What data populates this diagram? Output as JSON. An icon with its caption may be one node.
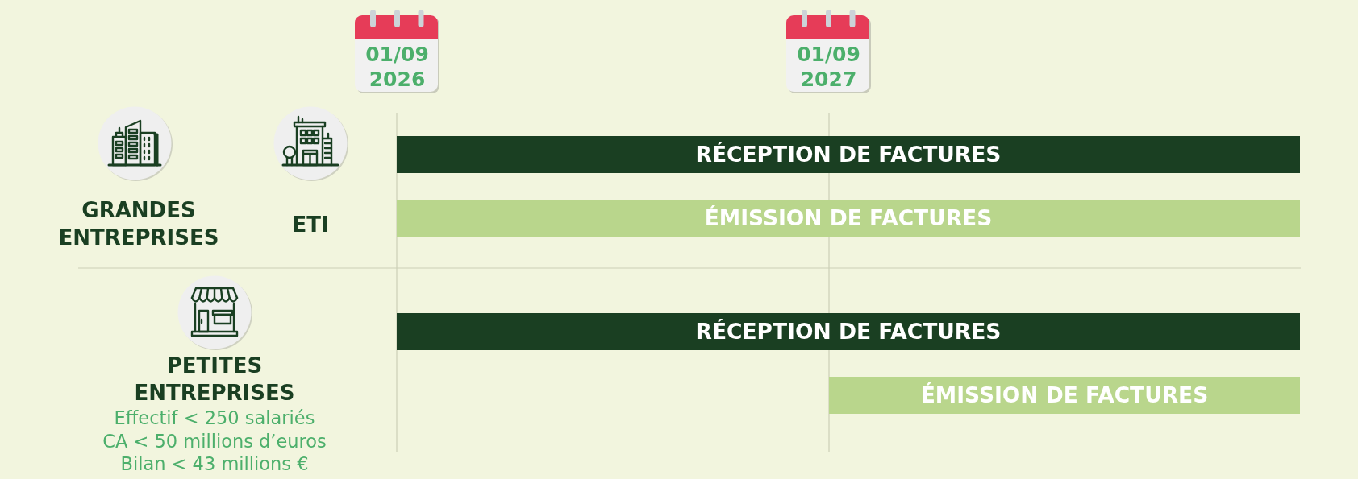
{
  "diagram": {
    "nodes": [
      {
        "text": [
          "01/09 2026"
        ]
      },
      {
        "text": [
          "01/09 2027"
        ]
      },
      {
        "text": [
          "GRANDES ENTREPRISES"
        ]
      },
      {
        "text": [
          "ETI"
        ]
      },
      {
        "text": [
          "RÉCEPTION DE FACTURES"
        ]
      },
      {
        "text": [
          "ÉMISSION DE FACTURES"
        ]
      },
      {
        "text": [
          "PETITES ENTREPRISES",
          "Effectif < 250 salariés",
          "CA < 50 millions d’euros",
          "Bilan < 43 millions €"
        ]
      },
      {
        "text": [
          "RÉCEPTION DE FACTURES"
        ]
      },
      {
        "text": [
          "ÉMISSION DE FACTURES"
        ]
      }
    ]
  }
}
